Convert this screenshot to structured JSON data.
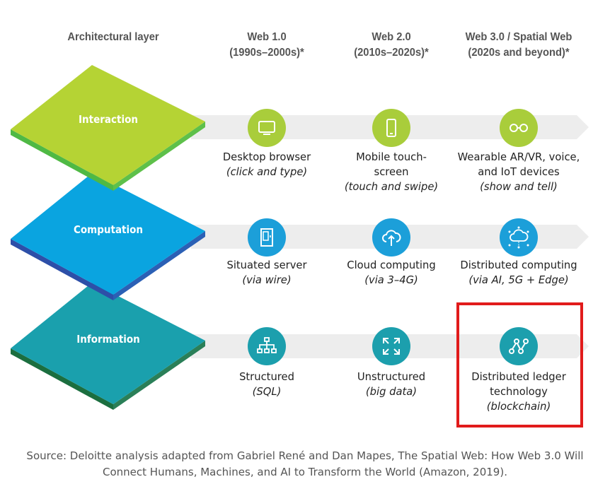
{
  "headers": {
    "layer": "Architectural layer",
    "web1": [
      "Web 1.0",
      "(1990s–2000s)*"
    ],
    "web2": [
      "Web 2.0",
      "(2010s–2020s)*"
    ],
    "web3": [
      "Web 3.0 / Spatial Web",
      "(2020s and beyond)*"
    ]
  },
  "colors": {
    "interaction": "#b4d333",
    "computation": "#0aa2df",
    "information": "#1a9fae",
    "highlight": "#e11b1b"
  },
  "layers": [
    {
      "name": "Interaction",
      "cells": [
        {
          "icon": "monitor-icon",
          "title": "Desktop browser",
          "sub": "(click and type)"
        },
        {
          "icon": "smartphone-icon",
          "title": "Mobile touch-screen",
          "title2": "screen",
          "sub": "(touch and swipe)"
        },
        {
          "icon": "glasses-icon",
          "title": "Wearable AR/VR, voice,",
          "title2": "and IoT devices",
          "sub": "(show and tell)"
        }
      ]
    },
    {
      "name": "Computation",
      "cells": [
        {
          "icon": "server-icon",
          "title": "Situated server",
          "sub": "(via wire)"
        },
        {
          "icon": "cloud-upload-icon",
          "title": "Cloud computing",
          "sub": "(via 3–4G)"
        },
        {
          "icon": "distributed-cloud-icon",
          "title": "Distributed computing",
          "sub": "(via AI, 5G + Edge)"
        }
      ]
    },
    {
      "name": "Information",
      "cells": [
        {
          "icon": "hierarchy-icon",
          "title": "Structured",
          "sub": "(SQL)"
        },
        {
          "icon": "expand-icon",
          "title": "Unstructured",
          "sub": "(big data)"
        },
        {
          "icon": "ledger-network-icon",
          "title": "Distributed ledger",
          "title2": "technology",
          "sub": "(blockchain)"
        }
      ]
    }
  ],
  "source": [
    "Source: Deloitte analysis adapted from Gabriel René and Dan Mapes, The Spatial Web: How Web 3.0 Will",
    "Connect Humans, Machines, and AI to Transform the World (Amazon, 2019)."
  ]
}
